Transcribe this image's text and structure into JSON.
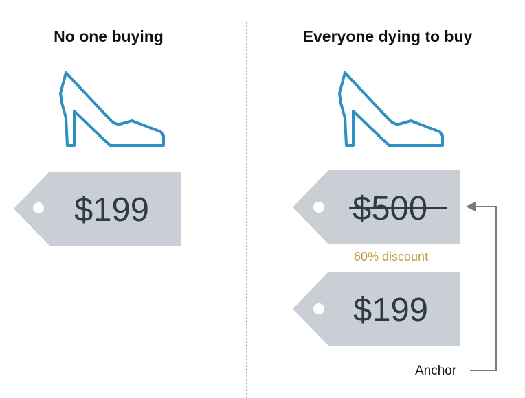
{
  "left": {
    "title": "No one buying",
    "price": "$199"
  },
  "right": {
    "title": "Everyone dying to buy",
    "original_price": "$500",
    "discount": "60% discount",
    "price": "$199"
  },
  "anchor_label": "Anchor",
  "colors": {
    "shoe_outline": "#2e8fc1",
    "tag_fill": "#c9cfd4",
    "price_text": "#2e3a48",
    "discount_text": "#c99a3a",
    "arrow": "#7a7a7a",
    "divider": "#b8b8b8"
  },
  "icons": [
    "high-heel-shoe-icon",
    "price-tag-icon",
    "strikethrough-line",
    "anchor-arrow"
  ]
}
